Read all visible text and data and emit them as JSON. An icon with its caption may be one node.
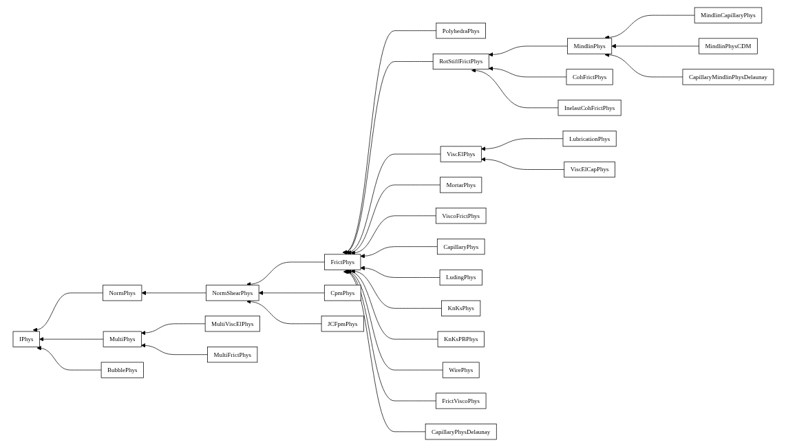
{
  "diagram": {
    "nodes": [
      {
        "text": [
          "IPhys"
        ]
      },
      {
        "text": [
          "NormPhys"
        ]
      },
      {
        "text": [
          "MultiPhys"
        ]
      },
      {
        "text": [
          "BubblePhys"
        ]
      },
      {
        "text": [
          "NormShearPhys"
        ]
      },
      {
        "text": [
          "MultiViscElPhys"
        ]
      },
      {
        "text": [
          "MultiFrictPhys"
        ]
      },
      {
        "text": [
          "FrictPhys"
        ]
      },
      {
        "text": [
          "CpmPhys"
        ]
      },
      {
        "text": [
          "JCFpmPhys"
        ]
      },
      {
        "text": [
          "PolyhedraPhys"
        ]
      },
      {
        "text": [
          "RotStiffFrictPhys"
        ]
      },
      {
        "text": [
          "ViscElPhys"
        ]
      },
      {
        "text": [
          "MortarPhys"
        ]
      },
      {
        "text": [
          "ViscoFrictPhys"
        ]
      },
      {
        "text": [
          "CapillaryPhys"
        ]
      },
      {
        "text": [
          "LudingPhys"
        ]
      },
      {
        "text": [
          "KnKsPhys"
        ]
      },
      {
        "text": [
          "KnKsPBPhys"
        ]
      },
      {
        "text": [
          "WirePhys"
        ]
      },
      {
        "text": [
          "FrictViscoPhys"
        ]
      },
      {
        "text": [
          "CapillaryPhysDelaunay"
        ]
      },
      {
        "text": [
          "MindlinPhys"
        ]
      },
      {
        "text": [
          "CohFrictPhys"
        ]
      },
      {
        "text": [
          "InelastCohFrictPhys"
        ]
      },
      {
        "text": [
          "LubricationPhys"
        ]
      },
      {
        "text": [
          "ViscElCapPhys"
        ]
      },
      {
        "text": [
          "MindlinCapillaryPhys"
        ]
      },
      {
        "text": [
          "MindlinPhysCDM"
        ]
      },
      {
        "text": [
          "CapillaryMindlinPhysDelaunay"
        ]
      }
    ],
    "edges": [
      {
        "from": 1,
        "to": 0,
        "arrow": "to"
      },
      {
        "from": 2,
        "to": 0,
        "arrow": "to"
      },
      {
        "from": 3,
        "to": 0,
        "arrow": "to"
      },
      {
        "from": 4,
        "to": 1,
        "arrow": "to"
      },
      {
        "from": 5,
        "to": 2,
        "arrow": "to"
      },
      {
        "from": 6,
        "to": 2,
        "arrow": "to"
      },
      {
        "from": 7,
        "to": 4,
        "arrow": "to"
      },
      {
        "from": 8,
        "to": 4,
        "arrow": "to"
      },
      {
        "from": 9,
        "to": 4,
        "arrow": "to"
      },
      {
        "from": 10,
        "to": 7,
        "arrow": "to"
      },
      {
        "from": 11,
        "to": 7,
        "arrow": "to"
      },
      {
        "from": 12,
        "to": 7,
        "arrow": "to"
      },
      {
        "from": 13,
        "to": 7,
        "arrow": "to"
      },
      {
        "from": 14,
        "to": 7,
        "arrow": "to"
      },
      {
        "from": 15,
        "to": 7,
        "arrow": "to"
      },
      {
        "from": 16,
        "to": 7,
        "arrow": "to"
      },
      {
        "from": 17,
        "to": 7,
        "arrow": "to"
      },
      {
        "from": 18,
        "to": 7,
        "arrow": "to"
      },
      {
        "from": 19,
        "to": 7,
        "arrow": "to"
      },
      {
        "from": 20,
        "to": 7,
        "arrow": "to"
      },
      {
        "from": 21,
        "to": 7,
        "arrow": "to"
      },
      {
        "from": 22,
        "to": 11,
        "arrow": "to"
      },
      {
        "from": 23,
        "to": 11,
        "arrow": "to"
      },
      {
        "from": 24,
        "to": 11,
        "arrow": "to"
      },
      {
        "from": 25,
        "to": 12,
        "arrow": "to"
      },
      {
        "from": 26,
        "to": 12,
        "arrow": "to"
      },
      {
        "from": 27,
        "to": 22,
        "arrow": "to"
      },
      {
        "from": 28,
        "to": 22,
        "arrow": "to"
      },
      {
        "from": 29,
        "to": 22,
        "arrow": "to"
      }
    ]
  }
}
